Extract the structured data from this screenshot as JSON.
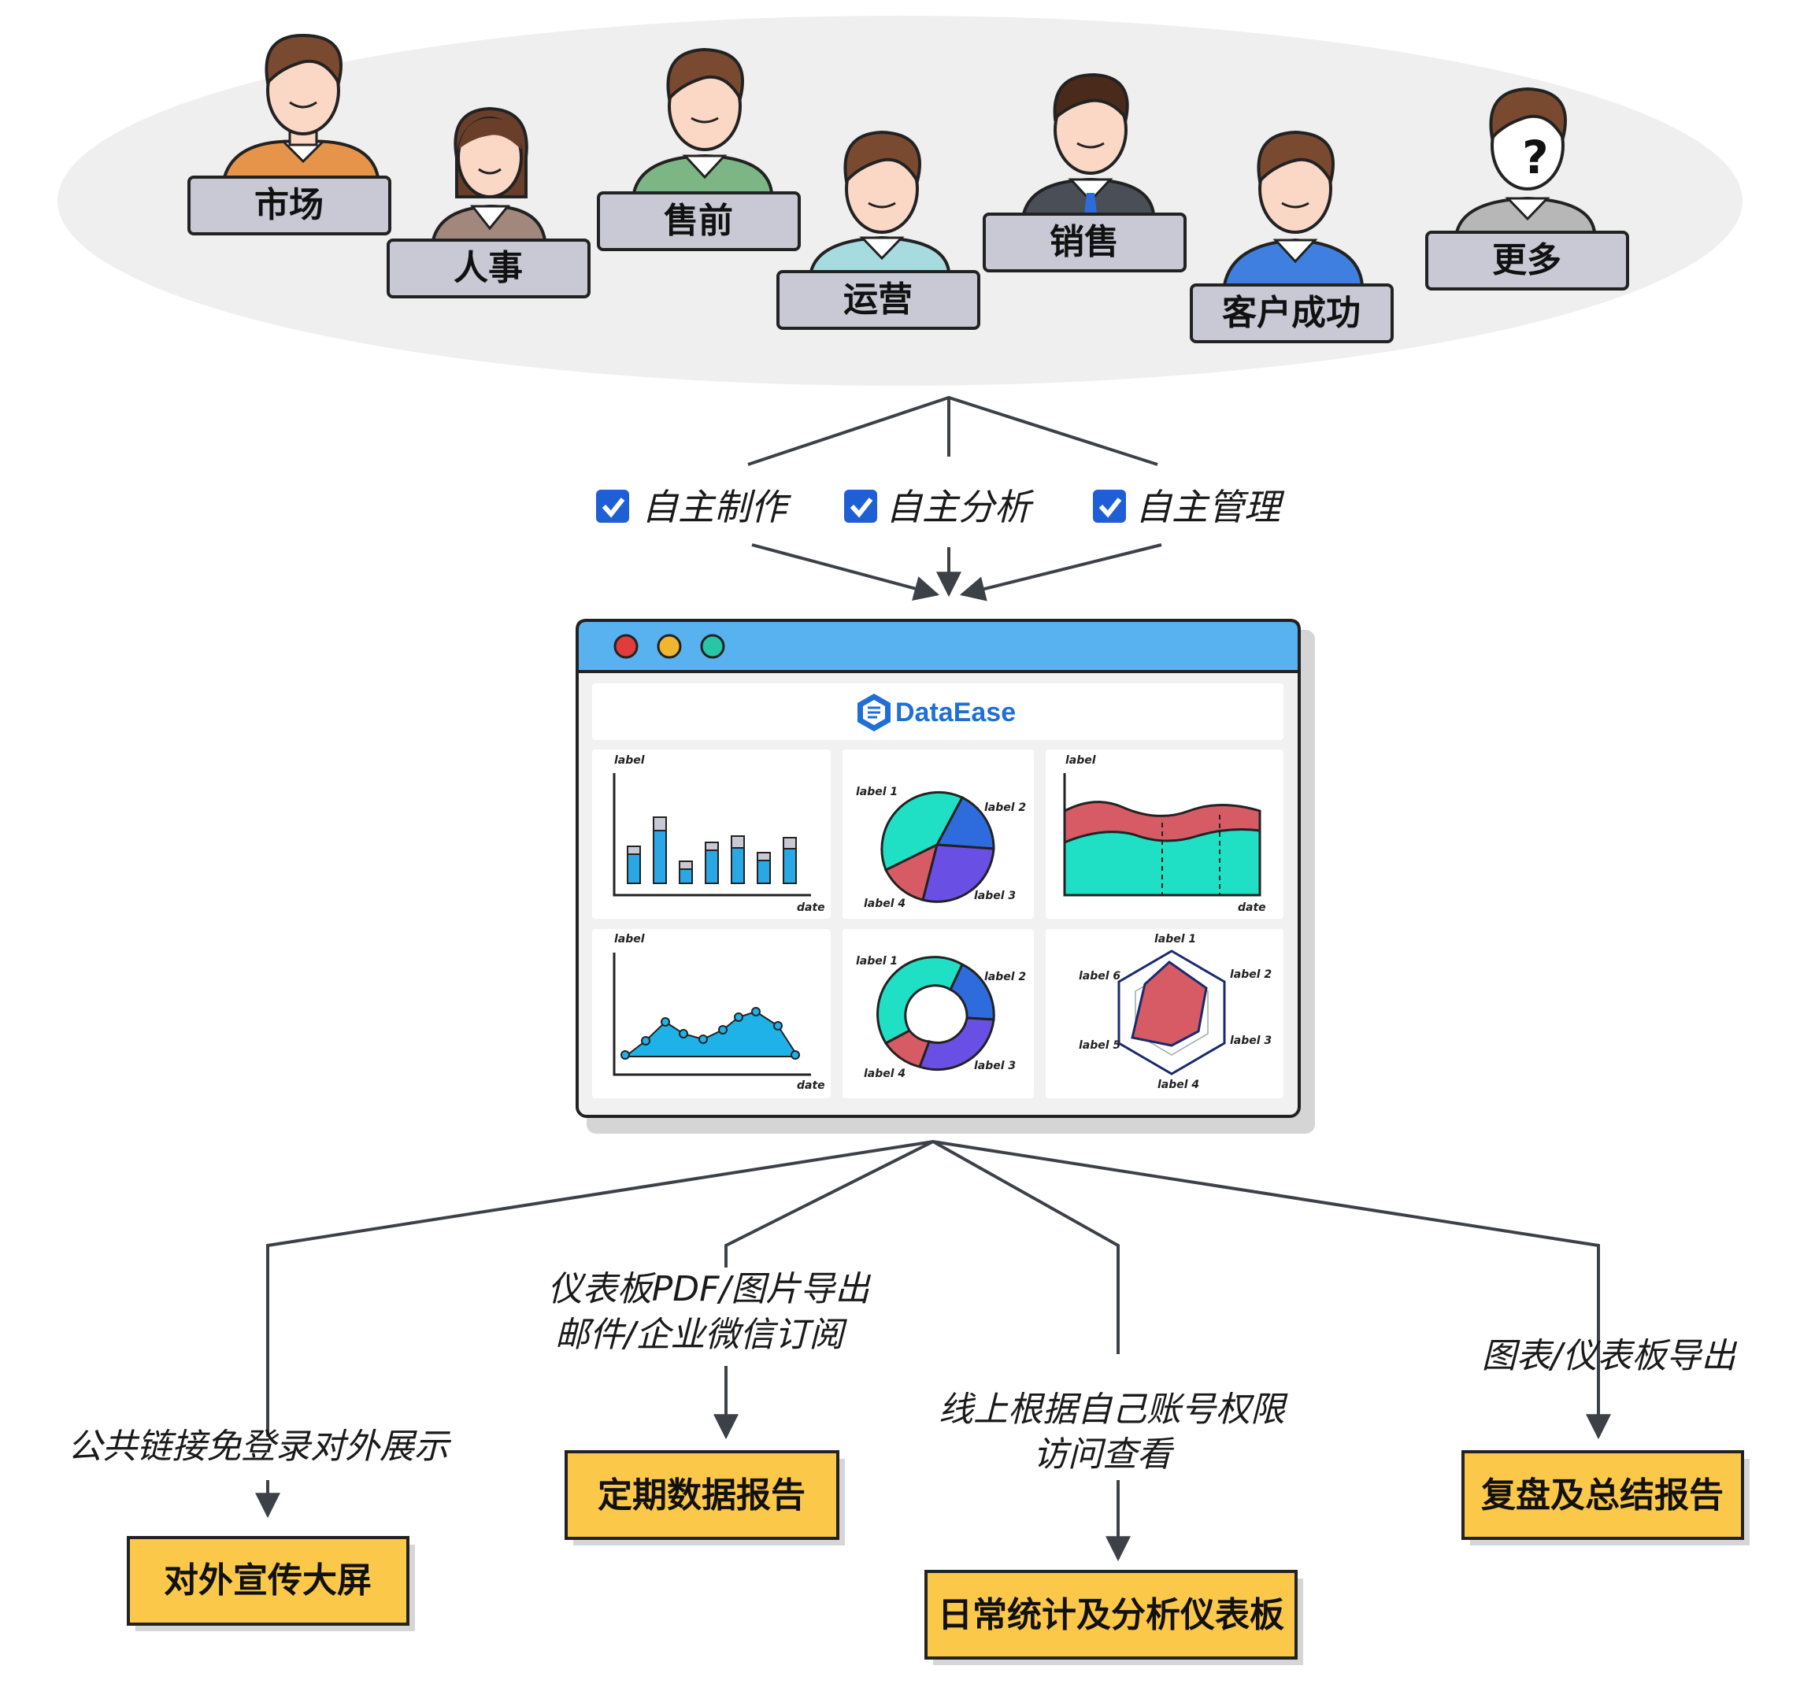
{
  "roles": [
    "市场",
    "人事",
    "售前",
    "运营",
    "销售",
    "客户成功",
    "更多"
  ],
  "unknown_mark": "?",
  "capabilities": [
    "自主制作",
    "自主分析",
    "自主管理"
  ],
  "app": {
    "brand": "DataEase",
    "window_dots": [
      "#e03c3c",
      "#f2b530",
      "#27c6a8"
    ],
    "chart_labels": {
      "axis_y": "label",
      "axis_x": "date",
      "slices": [
        "label 1",
        "label 2",
        "label 3",
        "label 4"
      ],
      "radar": [
        "label 1",
        "label 2",
        "label 3",
        "label 4",
        "label 5",
        "label 6"
      ]
    }
  },
  "outputs": [
    {
      "desc": [
        "公共链接免登录对外展示"
      ],
      "box": "对外宣传大屏"
    },
    {
      "desc": [
        "仪表板PDF/图片导出",
        "邮件/企业微信订阅"
      ],
      "box": "定期数据报告"
    },
    {
      "desc": [
        "线上根据自己账号权限",
        "访问查看"
      ],
      "box": "日常统计及分析仪表板"
    },
    {
      "desc": [
        "图表/仪表板导出"
      ],
      "box": "复盘及总结报告"
    }
  ],
  "colors": {
    "accent": "#1f5fd6",
    "teal": "#1fe0c4",
    "red": "#d65b64",
    "purple": "#6a4fe4",
    "blue": "#2e6bdc",
    "bar": "#2aa8e6",
    "box_yellow": "#fcc84a",
    "label_gray": "#c9c9d6"
  }
}
